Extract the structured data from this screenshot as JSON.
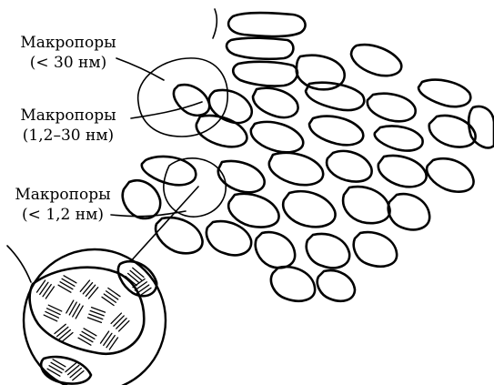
{
  "labels": [
    {
      "line1": "Макропоры",
      "line2": "(< 30 нм)"
    },
    {
      "line1": "Макропоры",
      "line2": "(1,2–30 нм)"
    },
    {
      "line1": "Макропоры",
      "line2": "(< 1,2 нм)"
    }
  ]
}
